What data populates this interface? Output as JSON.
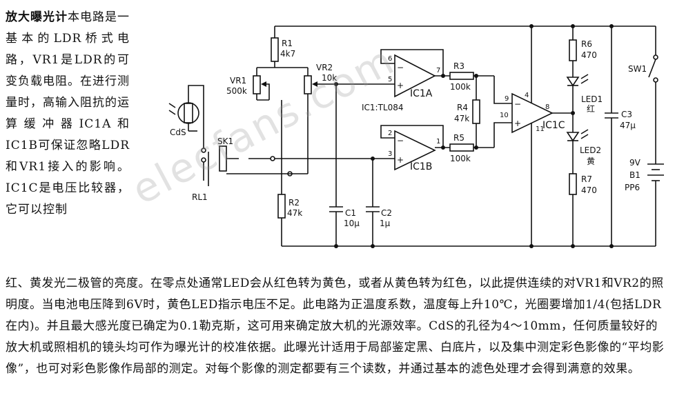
{
  "article": {
    "title": "放大曝光计",
    "left_body": "本电路是一基本的LDR桥式电路，VR1是LDR的可变负载电阻。在进行测量时，高输入阻抗的运算缓冲器IC1A和IC1B可保证忽略LDR和VR1接入的影响。IC1C是电压比较器，它可以控制",
    "bottom_body": "红、黄发光二极管的亮度。在零点处通常LED会从红色转为黄色，或者从黄色转为红色，以此提供连续的对VR1和VR2的照明度。当电池电压降到6V时，黄色LED指示电压不足。此电路为正温度系数，温度每上升10℃，光圈要增加1/4(包括LDR在内)。并且最大感光度已确定为0.1勒克斯，这可用来确定放大机的光源效率。CdS的孔径为4～10mm，任何质量较好的放大机或照相机的镜头均可作为曝光计的校准依据。此曝光计适用于局部鉴定黑、白底片，以及集中测定彩色影像的“平均影像”，也可对彩色影像作局部的测定。对每个影像的测定都要有三个读数，并通过基本的滤色处理才会得到满意的效果。"
  },
  "watermark": "elecfans.com",
  "circuit": {
    "ic_part": "IC1:TL084",
    "ic1a": "IC1A",
    "ic1b": "IC1B",
    "ic1c": "IC1C",
    "cds": "CdS",
    "sk1": "SK1",
    "rl1": "RL1",
    "r1_name": "R1",
    "r1_val": "4k7",
    "vr1_name": "VR1",
    "vr1_val": "500k",
    "vr2_name": "VR2",
    "vr2_val": "10k",
    "r2_name": "R2",
    "r2_val": "47k",
    "r3_name": "R3",
    "r3_val": "100k",
    "r4_name": "R4",
    "r4_val": "47k",
    "r5_name": "R5",
    "r5_val": "100k",
    "r6_name": "R6",
    "r6_val": "470",
    "r7_name": "R7",
    "r7_val": "470",
    "c1_name": "C1",
    "c1_val": "10μ",
    "c2_name": "C2",
    "c2_val": "1μ",
    "c3_name": "C3",
    "c3_val": "47μ",
    "led1_name": "LED1",
    "led1_color": "红",
    "led2_name": "LED2",
    "led2_color": "黄",
    "sw1": "SW1",
    "bat_v": "9V",
    "bat_name": "B1",
    "bat_type": "PP6",
    "pins": {
      "p6": "6",
      "p5": "5",
      "p7": "7",
      "p2": "2",
      "p3": "3",
      "p1": "1",
      "p9": "9",
      "p10": "10",
      "p8": "8",
      "p4": "4",
      "p11": "11"
    }
  }
}
